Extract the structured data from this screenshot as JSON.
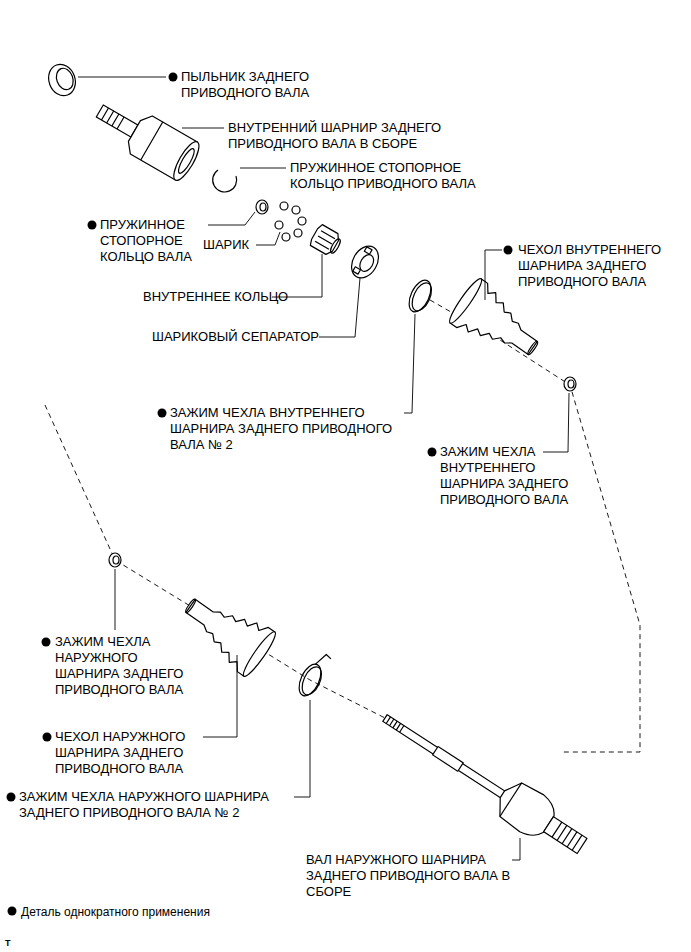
{
  "diagram": {
    "labels": [
      "ПЫЛЬНИК ЗАДНЕГО ПРИВОДНОГО ВАЛА",
      "ВНУТРЕННИЙ ШАРНИР ЗАДНЕГО ПРИВОДНОГО ВАЛА В СБОРЕ",
      "ПРУЖИННОЕ СТОПОРНОЕ КОЛЬЦО ПРИВОДНОГО ВАЛА",
      "ПРУЖИННОЕ СТОПОРНОЕ КОЛЬЦО ВАЛА",
      "ШАРИК",
      "ВНУТРЕННЕЕ КОЛЬЦО",
      "ШАРИКОВЫЙ СЕПАРАТОР",
      "ЧЕХОЛ ВНУТРЕННЕГО ШАРНИРА ЗАДНЕГО ПРИВОДНОГО ВАЛА",
      "ЗАЖИМ ЧЕХЛА ВНУТРЕННЕГО ШАРНИРА ЗАДНЕГО ПРИВОДНОГО ВАЛА № 2",
      "ЗАЖИМ ЧЕХЛА ВНУТРЕННЕГО ШАРНИРА ЗАДНЕГО ПРИВОДНОГО ВАЛА",
      "ЗАЖИМ ЧЕХЛА НАРУЖНОГО ШАРНИРА ЗАДНЕГО ПРИВОДНОГО ВАЛА",
      "ЧЕХОЛ НАРУЖНОГО ШАРНИРА ЗАДНЕГО ПРИВОДНОГО ВАЛА",
      "ЗАЖИМ ЧЕХЛА НАРУЖНОГО ШАРНИРА ЗАДНЕГО ПРИВОДНОГО ВАЛА № 2",
      "ВАЛ НАРУЖНОГО ШАРНИРА ЗАДНЕГО ПРИВОДНОГО ВАЛА В СБОРЕ",
      "T"
    ],
    "legend": [
      {
        "text": "Деталь однократного применения"
      }
    ]
  }
}
